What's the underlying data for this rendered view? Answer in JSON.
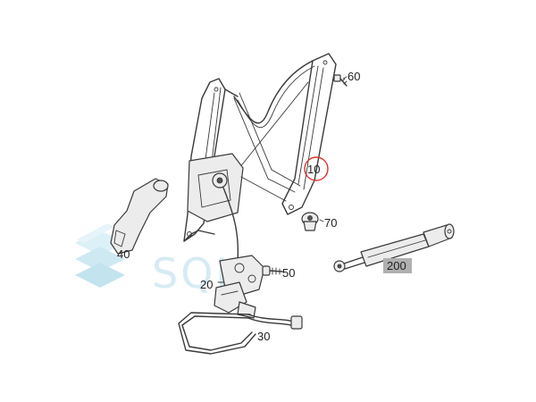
{
  "callouts": {
    "p10": "10",
    "p20": "20",
    "p30": "30",
    "p40": "40",
    "p50": "50",
    "p60": "60",
    "p70": "70",
    "p200": "200"
  },
  "watermark": {
    "text": "SQL"
  },
  "colors": {
    "highlight_circle": "#d9342b",
    "highlight_box": "#b0b0b0",
    "watermark": "#cfe8f2",
    "line": "#3a3a3a"
  }
}
